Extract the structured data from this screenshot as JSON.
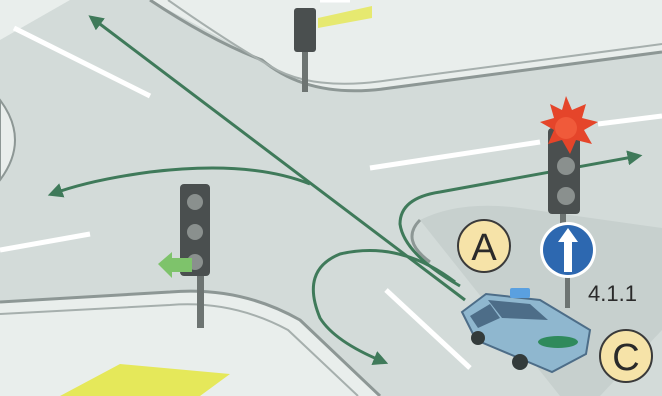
{
  "labels": {
    "marker_a": "A",
    "marker_c": "C",
    "sign_code": "4.1.1"
  },
  "colors": {
    "road": "#d3dbd9",
    "road_shade": "#c7d0ce",
    "sidewalk": "#e9eeec",
    "curb": "#8d9795",
    "marking": "#ffffff",
    "arrow": "#3f7a5a",
    "pole": "#6d7472",
    "signal_housing": "#4a4f4f",
    "signal_off": "#8a908e",
    "signal_red": "#e5452a",
    "signal_green": "#7ec36b",
    "sign_blue": "#2d68b0",
    "car_body": "#8fb7cf",
    "car_window": "#4d6d88",
    "beacon": "#5aa0e0",
    "marker_fill": "#f6e3a8",
    "yellow_patch": "#e5e85a"
  },
  "icons": {
    "traffic_light_left": "traffic-light-green",
    "traffic_light_right": "traffic-light-red",
    "sign": "straight-ahead-arrow-sign",
    "vehicle": "police-car"
  }
}
